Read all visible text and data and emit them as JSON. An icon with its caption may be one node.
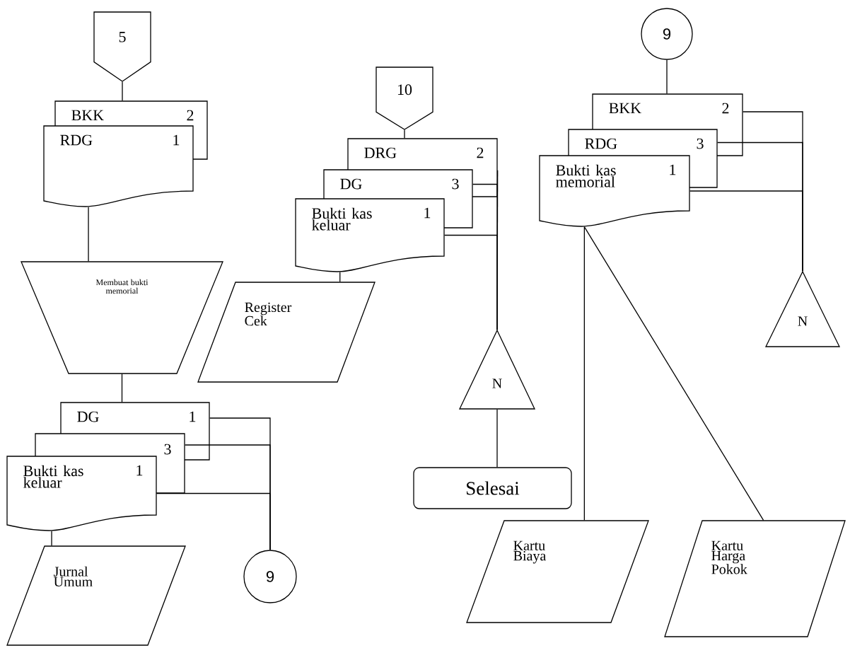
{
  "diagram": {
    "nodes": [
      {
        "text": [
          "5"
        ]
      },
      {
        "text": [
          "BKK",
          "2"
        ]
      },
      {
        "text": [
          "RDG",
          "1"
        ]
      },
      {
        "text": [
          "Membuat bukti memorial"
        ]
      },
      {
        "text": [
          "DG",
          "1"
        ]
      },
      {
        "text": [
          "3"
        ]
      },
      {
        "text": [
          "Bukti kas keluar",
          "1"
        ]
      },
      {
        "text": [
          "Jurnal Umum"
        ]
      },
      {
        "text": [
          "9"
        ]
      },
      {
        "text": [
          "10"
        ]
      },
      {
        "text": [
          "DRG",
          "2"
        ]
      },
      {
        "text": [
          "DG",
          "3"
        ]
      },
      {
        "text": [
          "Bukti kas keluar",
          "1"
        ]
      },
      {
        "text": [
          "Register Cek"
        ]
      },
      {
        "text": [
          "N"
        ]
      },
      {
        "text": [
          "Selesai"
        ]
      },
      {
        "text": [
          "9"
        ]
      },
      {
        "text": [
          "BKK",
          "2"
        ]
      },
      {
        "text": [
          "RDG",
          "3"
        ]
      },
      {
        "text": [
          "Bukti kas memorial",
          "1"
        ]
      },
      {
        "text": [
          "N"
        ]
      },
      {
        "text": [
          "Kartu Biaya"
        ]
      },
      {
        "text": [
          "Kartu Harga Pokok"
        ]
      }
    ],
    "edges": [
      {
        "from": 0,
        "to": 1,
        "arrow": "none"
      },
      {
        "from": 2,
        "to": 3,
        "arrow": "none"
      },
      {
        "from": 3,
        "to": 4,
        "arrow": "none"
      },
      {
        "from": 4,
        "to": 8,
        "arrow": "none"
      },
      {
        "from": 5,
        "to": 8,
        "arrow": "none"
      },
      {
        "from": 6,
        "to": 8,
        "arrow": "none"
      },
      {
        "from": 6,
        "to": 7,
        "arrow": "none"
      },
      {
        "from": 9,
        "to": 10,
        "arrow": "none"
      },
      {
        "from": 10,
        "to": 14,
        "arrow": "none"
      },
      {
        "from": 11,
        "to": 14,
        "arrow": "none"
      },
      {
        "from": 12,
        "to": 14,
        "arrow": "none"
      },
      {
        "from": 12,
        "to": 13,
        "arrow": "none"
      },
      {
        "from": 14,
        "to": 15,
        "arrow": "none"
      },
      {
        "from": 16,
        "to": 17,
        "arrow": "none"
      },
      {
        "from": 17,
        "to": 20,
        "arrow": "none"
      },
      {
        "from": 18,
        "to": 20,
        "arrow": "none"
      },
      {
        "from": 19,
        "to": 20,
        "arrow": "none"
      },
      {
        "from": 19,
        "to": 21,
        "arrow": "none"
      },
      {
        "from": 19,
        "to": 22,
        "arrow": "none"
      }
    ]
  }
}
